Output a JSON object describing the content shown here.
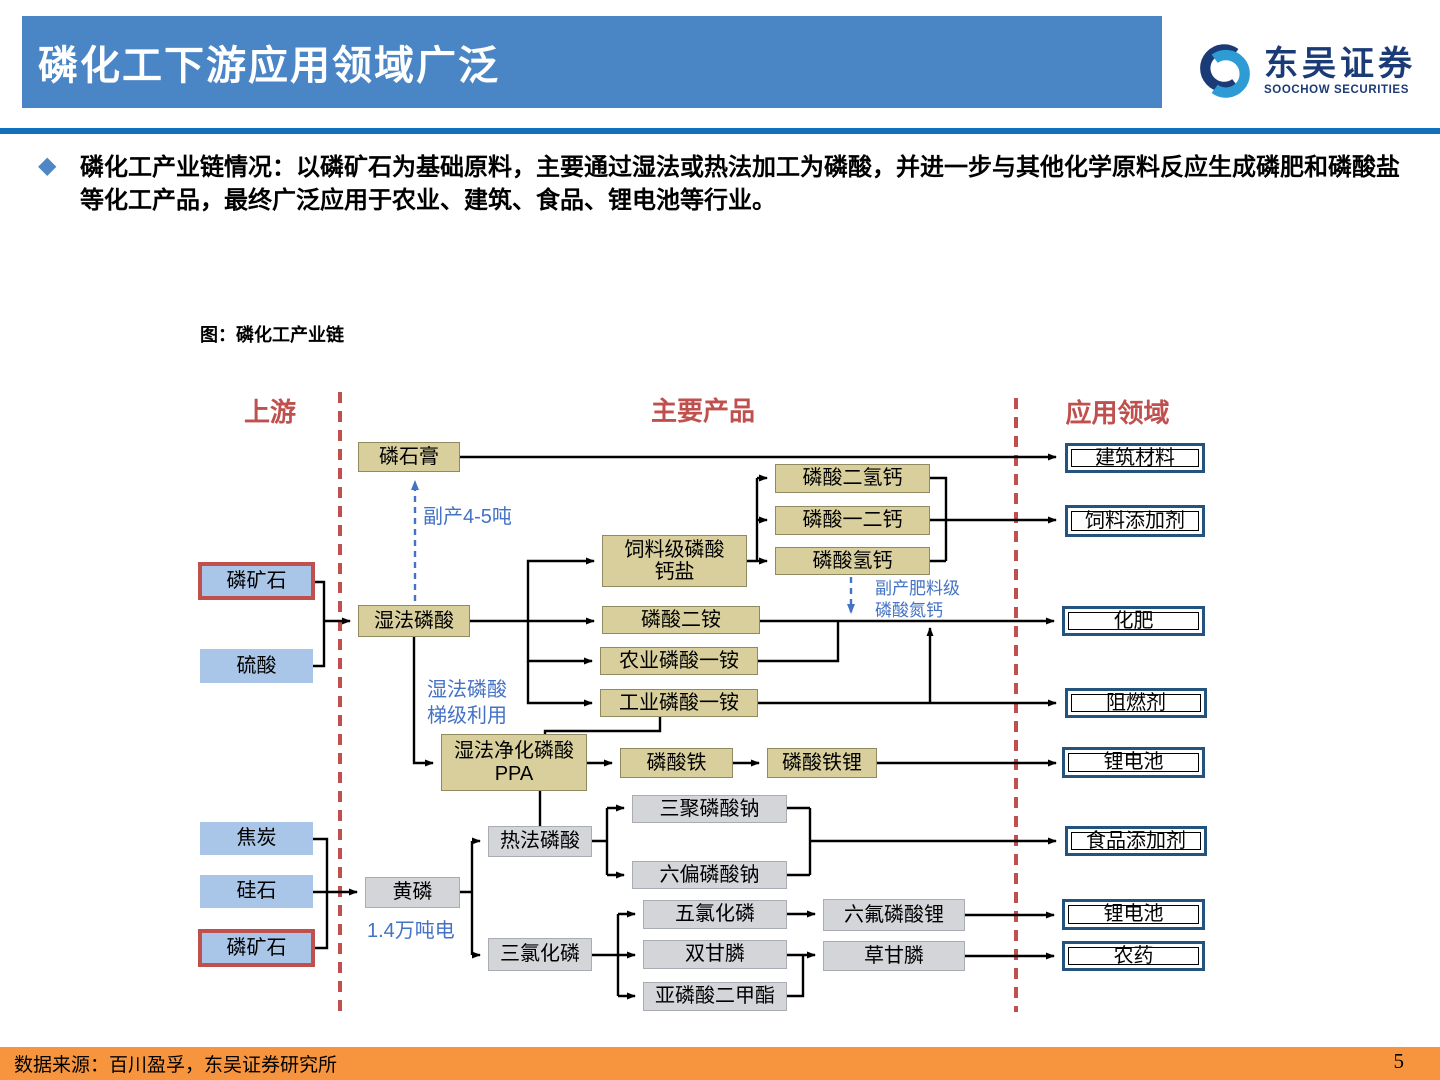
{
  "slide": {
    "title": "磷化工下游应用领域广泛",
    "page_number": "5"
  },
  "logo": {
    "name_cn": "东吴证券",
    "name_en": "SOOCHOW SECURITIES"
  },
  "bullet": {
    "text": "磷化工产业链情况：以磷矿石为基础原料，主要通过湿法或热法加工为磷酸，并进一步与其他化学原料反应生成磷肥和磷酸盐等化工产品，最终广泛应用于农业、建筑、食品、锂电池等行业。"
  },
  "figure": {
    "caption": "图：磷化工产业链"
  },
  "diagram": {
    "columns": [
      {
        "label": "上游"
      },
      {
        "label": "主要产品"
      },
      {
        "label": "应用领域"
      }
    ],
    "annotations": {
      "byproduct_gypsum": "副产4-5吨",
      "cascade_use": "湿法磷酸\n梯级利用",
      "byproduct_fertilizer": "副产肥料级\n磷酸氮钙",
      "power_note": "1.4万吨电"
    },
    "nodes": [
      {
        "id": "linshigao",
        "label": "磷石膏",
        "type": "tan"
      },
      {
        "id": "linkuangshi-1",
        "label": "磷矿石",
        "type": "blue-red"
      },
      {
        "id": "liusuan",
        "label": "硫酸",
        "type": "blue"
      },
      {
        "id": "shifa-linsuan",
        "label": "湿法磷酸",
        "type": "tan"
      },
      {
        "id": "siliaoji-linsuan-gaiyan",
        "label": "饲料级磷酸\n钙盐",
        "type": "tan"
      },
      {
        "id": "linsuan-erqing-gai",
        "label": "磷酸二氢钙",
        "type": "tan"
      },
      {
        "id": "linsuan-yier-gai",
        "label": "磷酸一二钙",
        "type": "tan"
      },
      {
        "id": "linsuan-qing-gai",
        "label": "磷酸氢钙",
        "type": "tan"
      },
      {
        "id": "linsuan-er-an",
        "label": "磷酸二铵",
        "type": "tan"
      },
      {
        "id": "nongye-linsuan-yi-an",
        "label": "农业磷酸一铵",
        "type": "tan"
      },
      {
        "id": "gongye-linsuan-yi-an",
        "label": "工业磷酸一铵",
        "type": "tan"
      },
      {
        "id": "shifa-jinghua-ppa",
        "label": "湿法净化磷酸\nPPA",
        "type": "tan"
      },
      {
        "id": "linsuan-tie",
        "label": "磷酸铁",
        "type": "tan"
      },
      {
        "id": "linsuan-tie-li",
        "label": "磷酸铁锂",
        "type": "tan"
      },
      {
        "id": "refa-linsuan",
        "label": "热法磷酸",
        "type": "gray"
      },
      {
        "id": "sanju-linsuan-na",
        "label": "三聚磷酸钠",
        "type": "gray"
      },
      {
        "id": "liupian-linsuan-na",
        "label": "六偏磷酸钠",
        "type": "gray"
      },
      {
        "id": "jiaotan",
        "label": "焦炭",
        "type": "blue"
      },
      {
        "id": "guishi",
        "label": "硅石",
        "type": "blue"
      },
      {
        "id": "linkuangshi-2",
        "label": "磷矿石",
        "type": "blue-red"
      },
      {
        "id": "huanglin",
        "label": "黄磷",
        "type": "gray"
      },
      {
        "id": "sanlv-hualin",
        "label": "三氯化磷",
        "type": "gray"
      },
      {
        "id": "wulv-hualin",
        "label": "五氯化磷",
        "type": "gray"
      },
      {
        "id": "shuangganlin",
        "label": "双甘膦",
        "type": "gray"
      },
      {
        "id": "yalinsuan-erjiazhi",
        "label": "亚磷酸二甲酯",
        "type": "gray"
      },
      {
        "id": "liufu-linsuan-li",
        "label": "六氟磷酸锂",
        "type": "gray"
      },
      {
        "id": "caoganlin",
        "label": "草甘膦",
        "type": "gray"
      },
      {
        "id": "jianzhu-cailiao",
        "label": "建筑材料",
        "type": "app"
      },
      {
        "id": "siliao-tianjiaji",
        "label": "饲料添加剂",
        "type": "app"
      },
      {
        "id": "huafei",
        "label": "化肥",
        "type": "app"
      },
      {
        "id": "zuranji",
        "label": "阻燃剂",
        "type": "app"
      },
      {
        "id": "lidianchi-1",
        "label": "锂电池",
        "type": "app"
      },
      {
        "id": "shipin-tianjiaji",
        "label": "食品添加剂",
        "type": "app"
      },
      {
        "id": "lidianchi-2",
        "label": "锂电池",
        "type": "app"
      },
      {
        "id": "nongyao",
        "label": "农药",
        "type": "app"
      }
    ]
  },
  "footer": {
    "source": "数据来源：百川盈孚，东吴证券研究所"
  },
  "colors": {
    "header_blue": "#4A85C6",
    "rule_blue": "#1171BD",
    "accent_red": "#C0504D",
    "annotation_blue": "#4472C4",
    "node_tan": "#D8CF9C",
    "node_light_blue": "#A9C6E8",
    "node_gray": "#D3D5D9",
    "app_box_border": "#24537E",
    "footer_orange": "#F7953E",
    "logo_navy": "#1B3B76",
    "logo_light_blue": "#2E9BD5"
  }
}
